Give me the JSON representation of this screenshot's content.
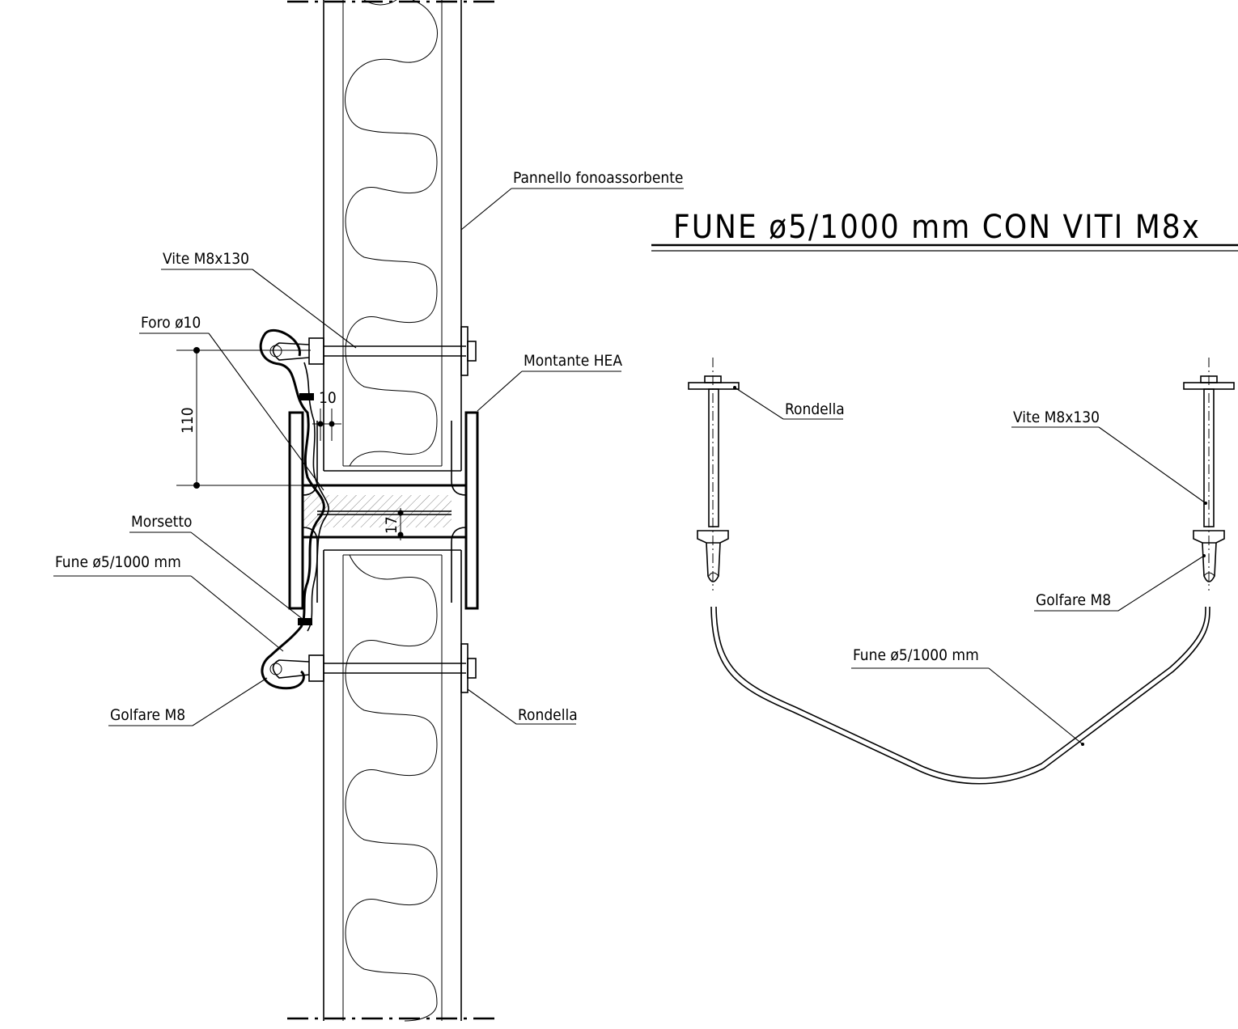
{
  "title": "FUNE ø5/1000 mm CON VITI M8x",
  "section_labels": {
    "pannello": "Pannello fonoassorbente",
    "vite": "Vite M8x130",
    "foro": "Foro ø10",
    "montante": "Montante HEA",
    "morsetto": "Morsetto",
    "fune": "Fune ø5/1000 mm",
    "golfare": "Golfare M8",
    "rondella": "Rondella"
  },
  "dimensions": {
    "d110": "110",
    "d10": "10",
    "d17": "17"
  },
  "detail_labels": {
    "rondella": "Rondella",
    "vite": "Vite M8x130",
    "golfare": "Golfare M8",
    "fune": "Fune ø5/1000 mm"
  }
}
